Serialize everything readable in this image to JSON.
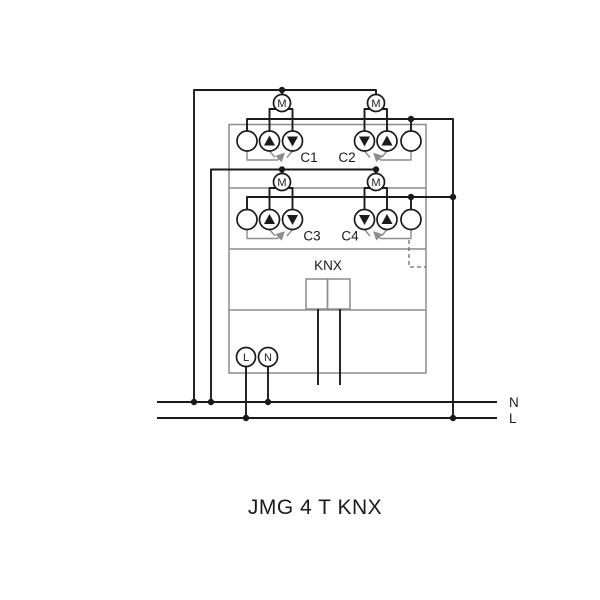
{
  "diagram": {
    "title": "JMG 4 T KNX",
    "knx_label": "KNX",
    "motor_symbol": "M",
    "mains": {
      "neutral_label": "N",
      "live_label": "L"
    },
    "device_terminals": {
      "live_label": "L",
      "neutral_label": "N"
    },
    "channels": [
      {
        "label": "C1",
        "terminal_order": [
          "common",
          "up-arrow",
          "down-arrow"
        ]
      },
      {
        "label": "C2",
        "terminal_order": [
          "down-arrow",
          "up-arrow",
          "common"
        ]
      },
      {
        "label": "C3",
        "terminal_order": [
          "common",
          "up-arrow",
          "down-arrow"
        ]
      },
      {
        "label": "C4",
        "terminal_order": [
          "down-arrow",
          "up-arrow",
          "common"
        ]
      }
    ],
    "colors": {
      "wire": "#1a1a1a",
      "outline": "#8c8c8c",
      "dashed": "#6e6e6e",
      "background": "#ffffff"
    }
  }
}
